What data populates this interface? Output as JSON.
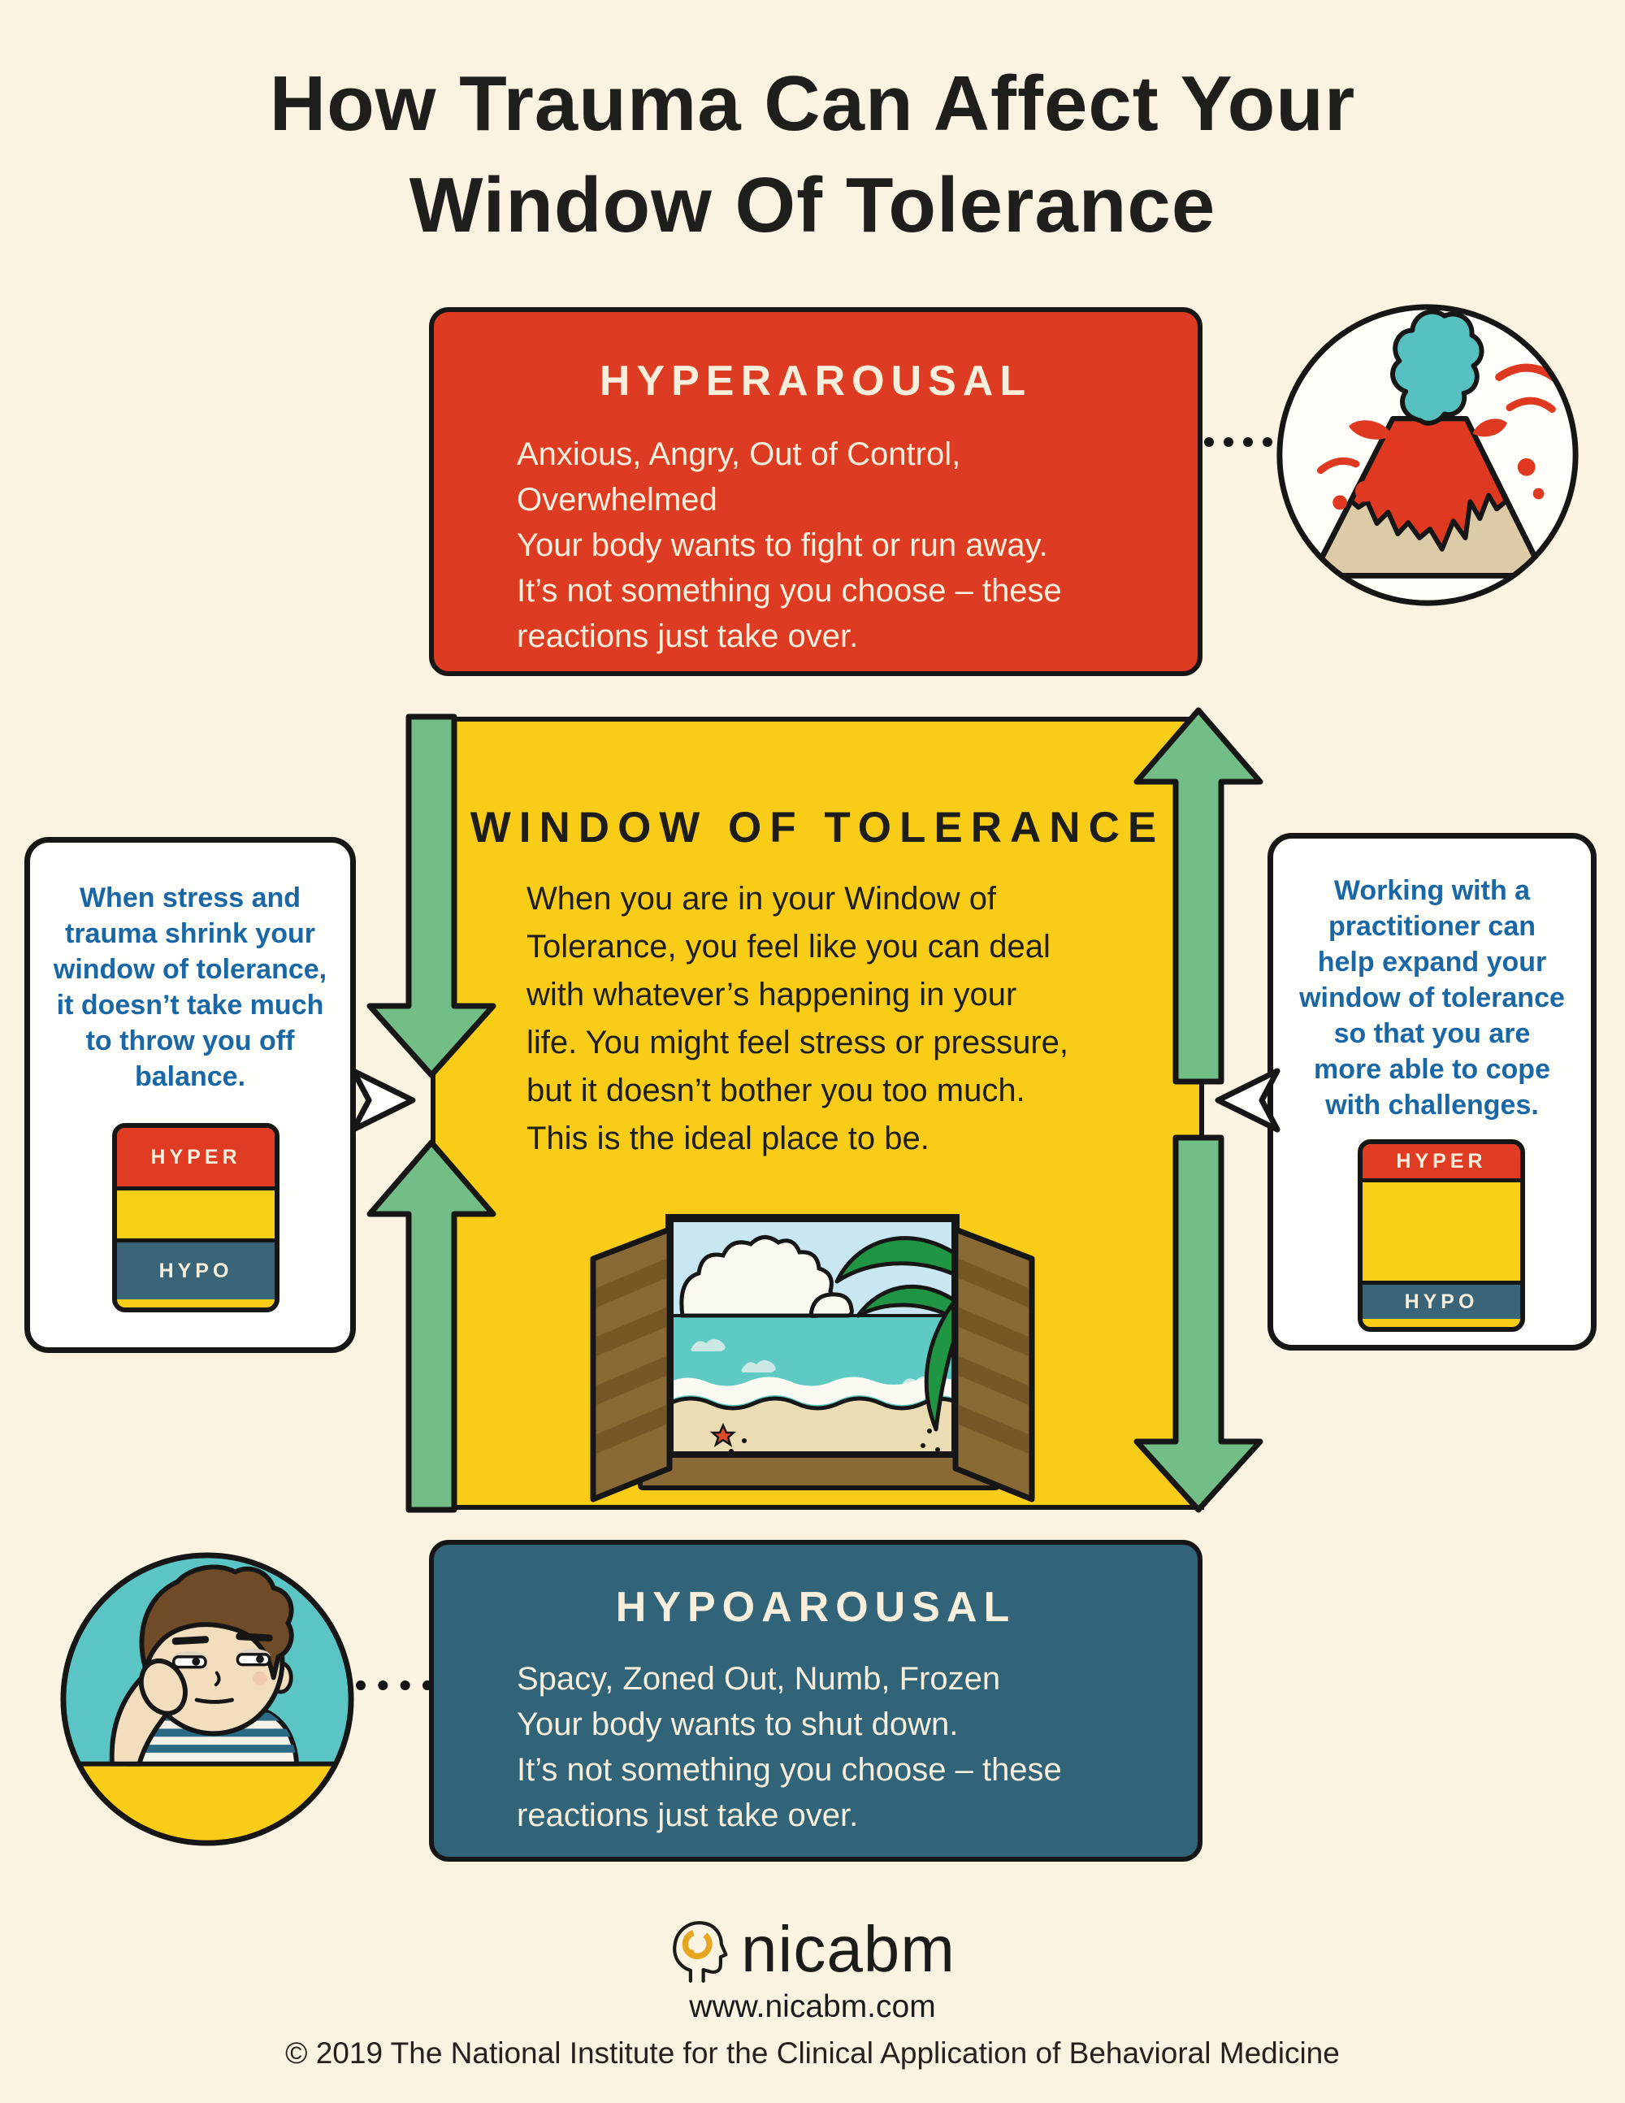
{
  "title": {
    "text": "How Trauma Can Affect Your\nWindow Of Tolerance"
  },
  "hyperarousal": {
    "heading": "HYPERAROUSAL",
    "body": "Anxious, Angry, Out of Control,\nOverwhelmed\nYour body wants to fight or run away.\nIt’s not something you choose – these\nreactions just take over."
  },
  "window_of_tolerance": {
    "heading": "WINDOW OF TOLERANCE",
    "body": "When you are in your Window of\nTolerance, you feel like you can deal\nwith whatever’s happening in your\nlife.  You might feel stress or pressure,\nbut it doesn’t bother you too much.\nThis is the ideal place to be."
  },
  "hypoarousal": {
    "heading": "HYPOAROUSAL",
    "body": "Spacy, Zoned Out, Numb, Frozen\nYour body wants to shut down.\nIt’s not something you choose – these\nreactions just take over."
  },
  "left_callout": {
    "text": "When stress and\ntrauma shrink your\nwindow of tolerance,\nit doesn’t take much\nto throw you off\nbalance.",
    "hyper_label": "HYPER",
    "hypo_label": "HYPO"
  },
  "right_callout": {
    "text": "Working with a\npractitioner can\nhelp expand your\nwindow of tolerance\nso that you are\nmore able to cope\nwith challenges.",
    "hyper_label": "HYPER",
    "hypo_label": "HYPO"
  },
  "footer": {
    "brand": "nicabm",
    "website": "www.nicabm.com",
    "copyright": "© 2019 The National Institute for the Clinical Application of Behavioral Medicine"
  },
  "colors": {
    "background": "#FBF3E2",
    "hyper_red": "#DE3B23",
    "window_yellow": "#F9CD17",
    "hypo_teal": "#316379",
    "arrow_green": "#72BE86",
    "callout_blue": "#1A67A6",
    "cream_text": "#F7EEDC",
    "outline_black": "#161616",
    "smoke_teal": "#57C0C0",
    "logo_gold": "#E7A620"
  }
}
